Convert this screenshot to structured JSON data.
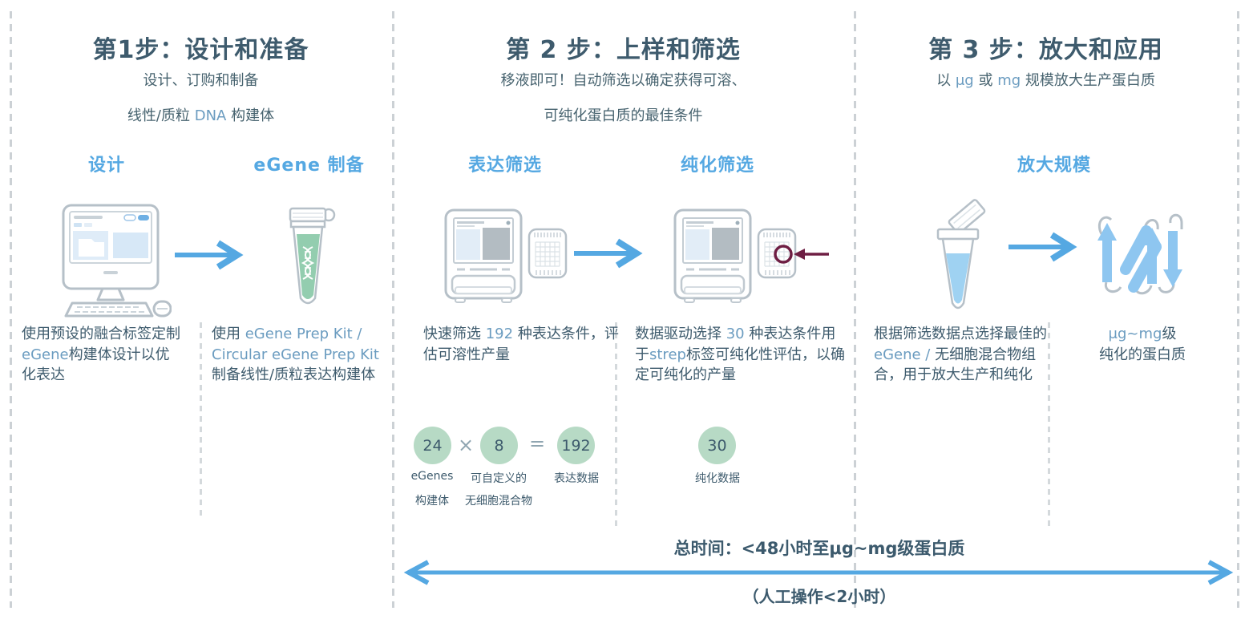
{
  "colors": {
    "dark_text": "#3e5b6d",
    "accent_blue": "#55a8e2",
    "latin_blue": "#6b9cc0",
    "circle_green": "#b7dac5",
    "selection_maroon": "#6e1e43",
    "icon_gray": "#b6c0c8",
    "dash_gray": "#ccd1d5"
  },
  "step1": {
    "title": "第1步：设计和准备",
    "subtitle_line1": "设计、订购和制备",
    "subtitle_line2": {
      "p1": "线性/质粒 ",
      "latin": "DNA",
      "p2": " 构建体"
    },
    "label_design": "设计",
    "label_prep": "eGene 制备",
    "desc_design": {
      "p1": "使用预设的融合标签定制",
      "latin": "eGene",
      "p2": "构建体设计以优化表达"
    },
    "desc_prep": {
      "p1": "使用 ",
      "latin": "eGene Prep Kit / Circular eGene Prep Kit",
      "p2": " 制备线性/质粒表达构建体"
    }
  },
  "step2": {
    "title": "第 2 步：上样和筛选",
    "subtitle_line1": "移液即可！自动筛选以确定获得可溶、",
    "subtitle_line2": "可纯化蛋白质的最佳条件",
    "label_expression": "表达筛选",
    "label_purification": "纯化筛选",
    "desc_expression": {
      "p1": "快速筛选 ",
      "latin": "192",
      "p2": " 种表达条件，评估可溶性产量"
    },
    "desc_purification": {
      "p1": "数据驱动选择 ",
      "latin1": "30",
      "p2": " 种表达条件用于",
      "latin2": "strep",
      "p3": "标签可纯化性评估，以确定可纯化的产量"
    },
    "math": {
      "egenes_value": "24",
      "egenes_label_line1": "eGenes",
      "egenes_label_line2": "构建体",
      "times_sign": "×",
      "mixes_value": "8",
      "mixes_label_line1": "可自定义的",
      "mixes_label_line2": "无细胞混合物",
      "equals_sign": "=",
      "expression_value": "192",
      "expression_label": "表达数据",
      "purification_value": "30",
      "purification_label": "纯化数据"
    }
  },
  "step3": {
    "title": "第 3 步：放大和应用",
    "subtitle": {
      "p1": "以 ",
      "latin1": "μg",
      "p2": " 或 ",
      "latin2": "mg",
      "p3": " 规模放大生产蛋白质"
    },
    "label_scaleup": "放大规模",
    "desc_select": {
      "p1": "根据筛选数据点选择最佳的 ",
      "latin": "eGene /",
      "p2": " 无细胞混合物组合，用于放大生产和纯化"
    },
    "desc_result": {
      "latin": "μg~mg",
      "p1": "级",
      "line2": "纯化的蛋白质"
    }
  },
  "footer": {
    "total_time": "总时间：<48小时至μg~mg级蛋白质",
    "manual_time": "（人工操作<2小时）"
  },
  "icons": {
    "step1": [
      "computer-icon",
      "arrow-right-icon",
      "dna-tube-icon"
    ],
    "step2": [
      "instrument-icon",
      "microplate-icon",
      "arrow-right-icon",
      "instrument-icon",
      "microplate-selected-icon",
      "selection-circle-icon",
      "selection-arrow-icon"
    ],
    "step3": [
      "open-tube-icon",
      "arrow-right-icon",
      "protein-structure-icon"
    ],
    "footer": [
      "double-arrow-icon"
    ]
  }
}
